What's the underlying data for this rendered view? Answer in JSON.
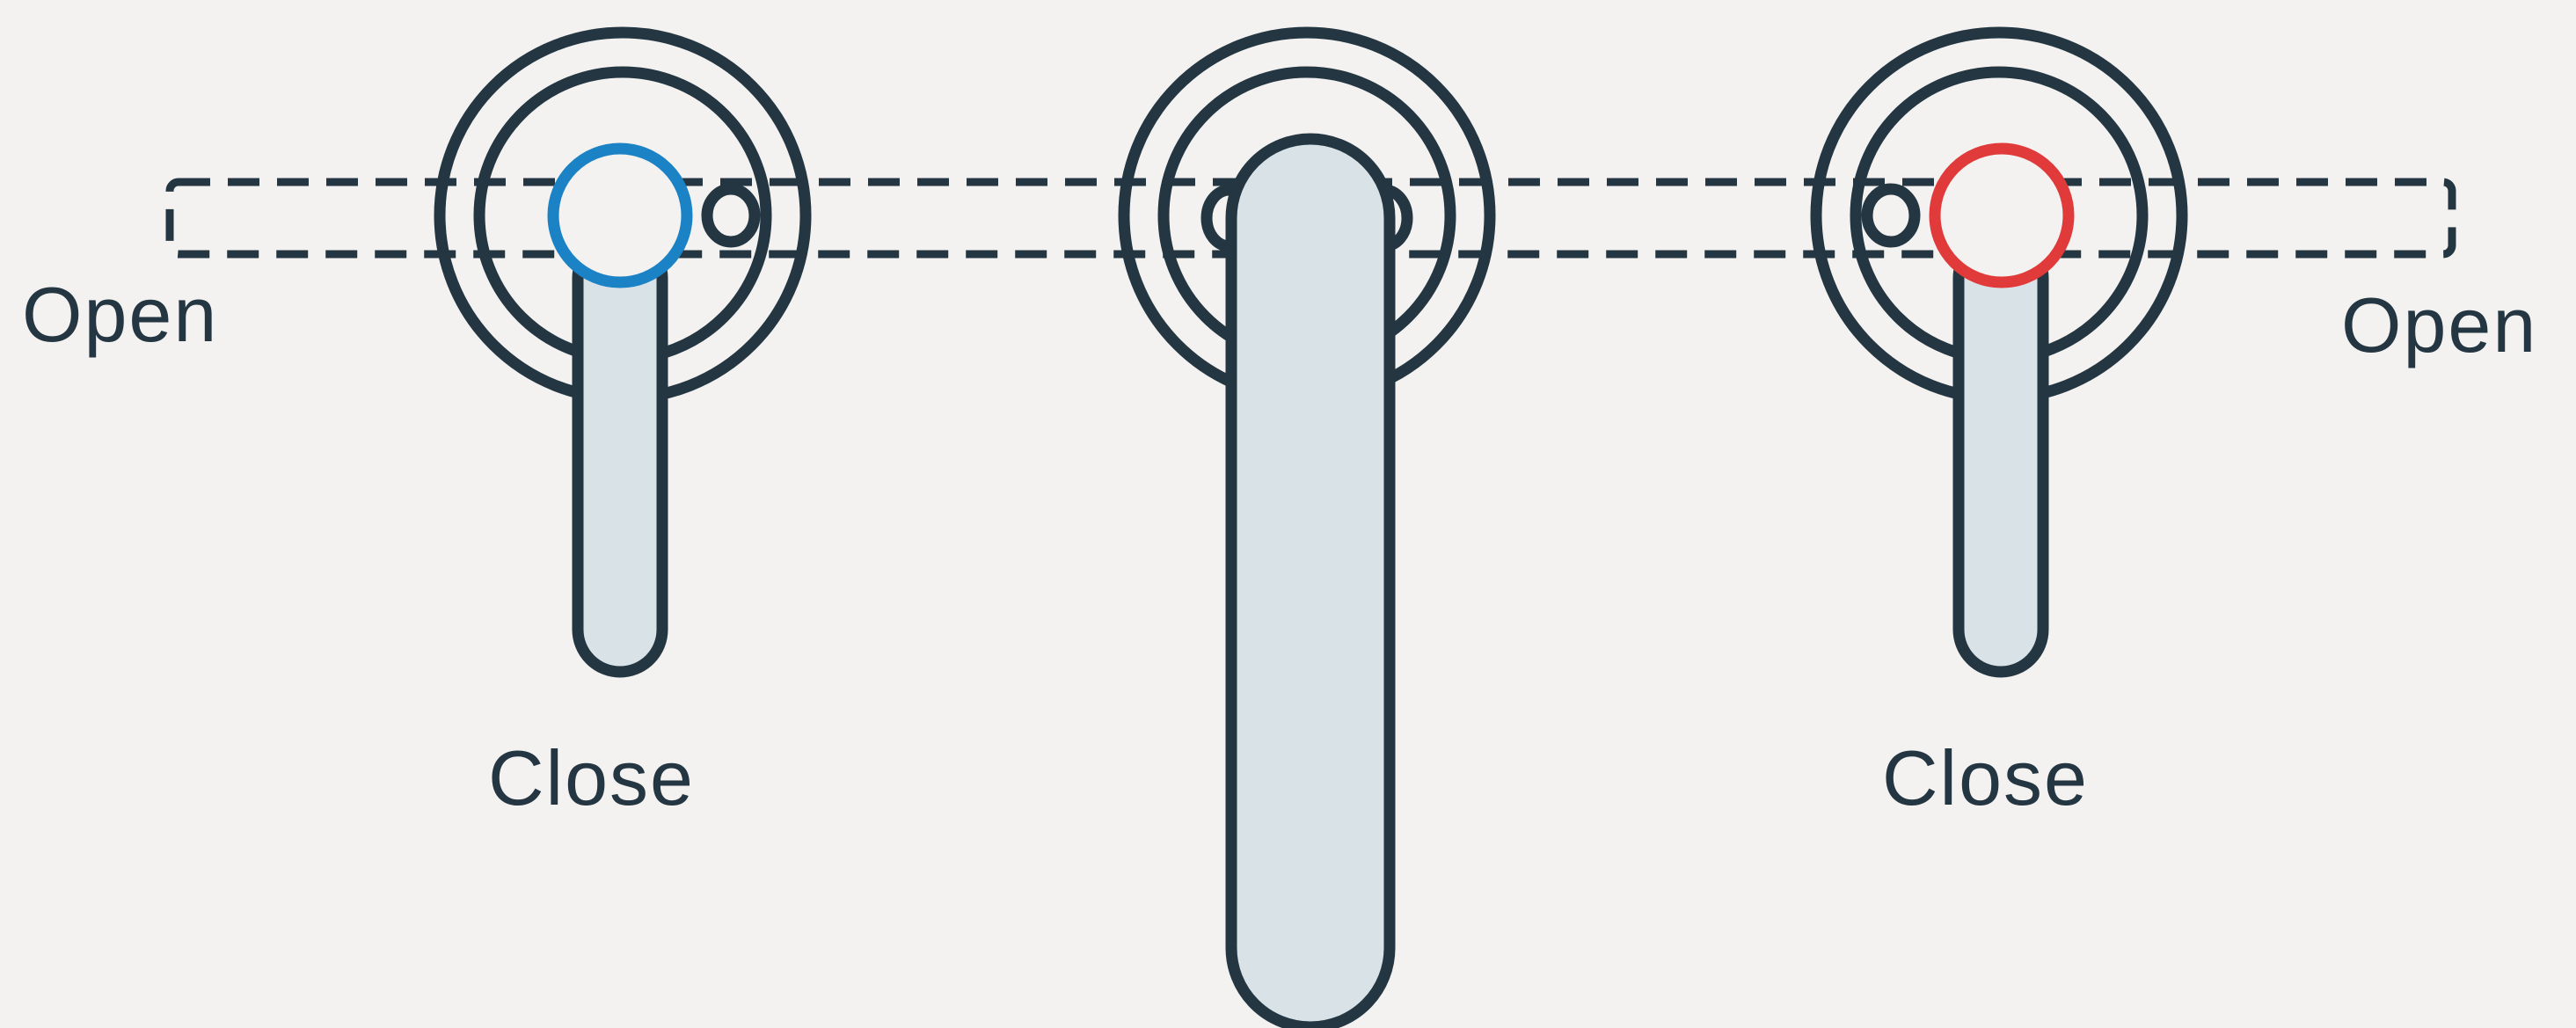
{
  "labels": {
    "left_open": "Open",
    "right_open": "Open",
    "left_close": "Close",
    "right_close": "Close"
  },
  "colors": {
    "background": "#f3f2f0",
    "outline": "#243642",
    "handle_fill": "#d9e2e6",
    "cold_indicator": "#1b82c5",
    "hot_indicator": "#e03a3a"
  },
  "icons": {
    "cold_valve": "cold-water-valve-icon",
    "hot_valve": "hot-water-valve-icon",
    "spout": "spout-icon"
  }
}
